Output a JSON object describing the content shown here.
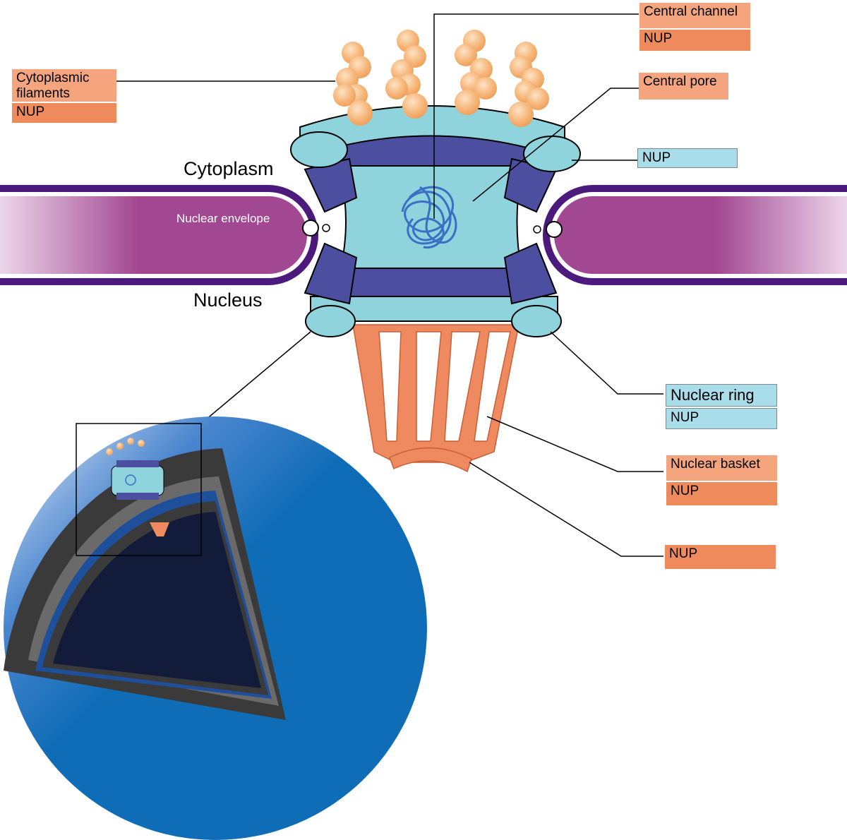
{
  "labels": {
    "cytoplasmic_filaments": "Cytoplasmic filaments",
    "nup": "NUP",
    "central_channel": "Central channel",
    "central_pore": "Central pore",
    "cytoplasm": "Cytoplasm",
    "nucleus": "Nucleus",
    "nuclear_envelope": "Nuclear envelope",
    "nuclear_ring": "Nuclear ring",
    "nuclear_basket": "Nuclear basket"
  },
  "colors": {
    "membrane_purple": "#a24791",
    "membrane_edge": "#4b1a7c",
    "ring_light_blue": "#8fd3dd",
    "ring_dark_blue": "#4c4fa0",
    "filament_orange": "#f6b67a",
    "basket_orange": "#ef8a60",
    "callout_orange": "#f4a57e",
    "callout_blue": "#a9dde9",
    "sphere_blue": "#0f6cb6",
    "sphere_core": "#121c3a"
  }
}
